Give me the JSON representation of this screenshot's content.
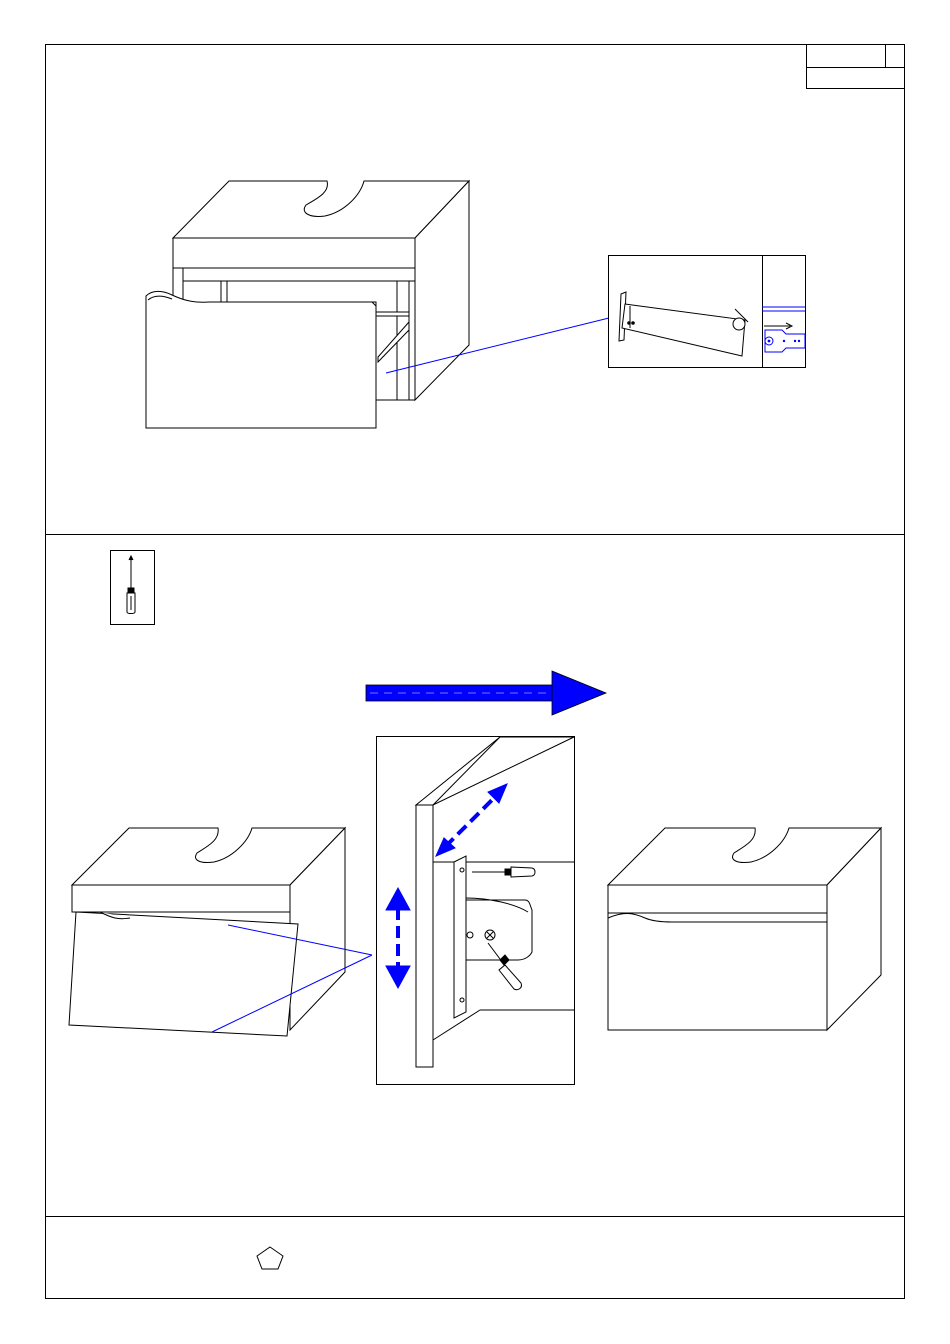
{
  "page": {
    "header_box": {
      "cells": [
        "",
        ""
      ]
    },
    "step1": {
      "name": "remove-drawer-step",
      "detail": "drawer-runner-release-detail"
    },
    "step2": {
      "name": "adjust-drawer-front-step",
      "tool": "screwdriver-icon",
      "progress_arrow": "blue-arrow-right-icon"
    },
    "footer": {
      "symbol": "pentagon-icon"
    }
  },
  "colors": {
    "line": "#000000",
    "accent_blue": "#0000ff",
    "paper": "#ffffff"
  }
}
